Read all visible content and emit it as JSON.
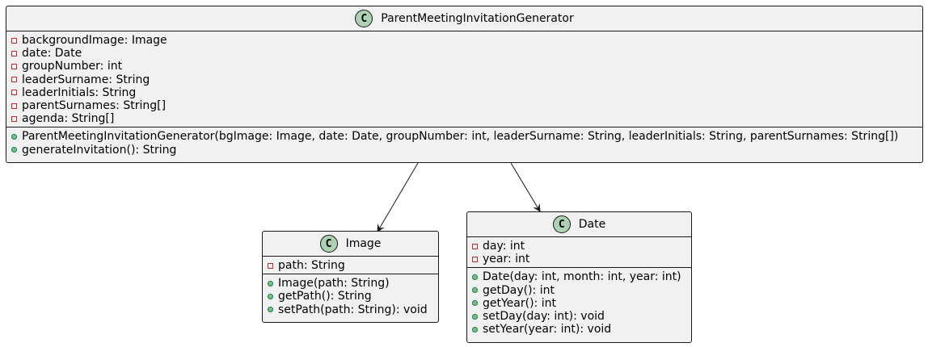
{
  "classes": [
    {
      "id": "generator",
      "stereotype_letter": "C",
      "name": "ParentMeetingInvitationGenerator",
      "fields": [
        {
          "visibility": "private",
          "text": "backgroundImage: Image"
        },
        {
          "visibility": "private",
          "text": "date: Date"
        },
        {
          "visibility": "private",
          "text": "groupNumber: int"
        },
        {
          "visibility": "private",
          "text": "leaderSurname: String"
        },
        {
          "visibility": "private",
          "text": "leaderInitials: String"
        },
        {
          "visibility": "private",
          "text": "parentSurnames: String[]"
        },
        {
          "visibility": "private",
          "text": "agenda: String[]"
        }
      ],
      "methods": [
        {
          "visibility": "public",
          "text": "ParentMeetingInvitationGenerator(bgImage: Image, date: Date, groupNumber: int, leaderSurname: String, leaderInitials: String, parentSurnames: String[])"
        },
        {
          "visibility": "public",
          "text": "generateInvitation(): String"
        }
      ]
    },
    {
      "id": "image",
      "stereotype_letter": "C",
      "name": "Image",
      "fields": [
        {
          "visibility": "private",
          "text": "path: String"
        }
      ],
      "methods": [
        {
          "visibility": "public",
          "text": "Image(path: String)"
        },
        {
          "visibility": "public",
          "text": "getPath(): String"
        },
        {
          "visibility": "public",
          "text": "setPath(path: String): void"
        }
      ]
    },
    {
      "id": "date",
      "stereotype_letter": "C",
      "name": "Date",
      "fields": [
        {
          "visibility": "private",
          "text": "day: int"
        },
        {
          "visibility": "private",
          "text": "year: int"
        }
      ],
      "methods": [
        {
          "visibility": "public",
          "text": "Date(day: int, month: int, year: int)"
        },
        {
          "visibility": "public",
          "text": "getDay(): int"
        },
        {
          "visibility": "public",
          "text": "getYear(): int"
        },
        {
          "visibility": "public",
          "text": "setDay(day: int): void"
        },
        {
          "visibility": "public",
          "text": "setYear(year: int): void"
        }
      ]
    }
  ],
  "relations": [
    {
      "from": "generator",
      "to": "image",
      "type": "association"
    },
    {
      "from": "generator",
      "to": "date",
      "type": "association"
    }
  ]
}
